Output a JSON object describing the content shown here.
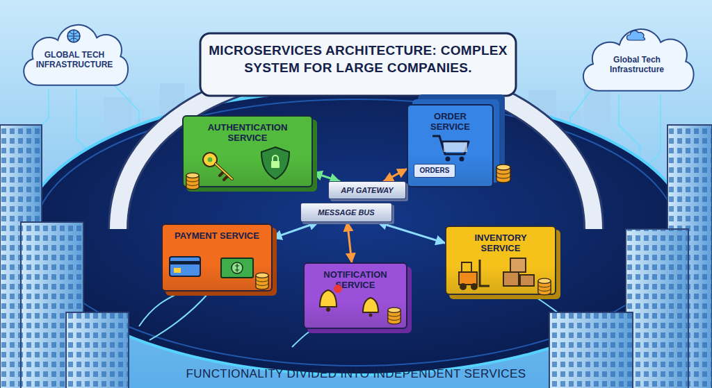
{
  "diagram": {
    "title": "MICROSERVICES ARCHITECTURE: COMPLEX SYSTEM FOR LARGE COMPANIES.",
    "caption": "FUNCTIONALITY DIVIDED INTO INDEPENDENT SERVICES",
    "nodes": [
      {
        "text": [
          "GLOBAL TECH INFRASTRUCTURE"
        ]
      },
      {
        "text": [
          "Global Tech Infrastructure"
        ]
      },
      {
        "text": [
          "AUTHENTICATION SERVICE"
        ]
      },
      {
        "text": [
          "ORDER SERVICE"
        ]
      },
      {
        "text": [
          "ORDERS"
        ],
        "in": 3
      },
      {
        "text": [
          "API GATEWAY"
        ]
      },
      {
        "text": [
          "MESSAGE BUS"
        ]
      },
      {
        "text": [
          "PAYMENT SERVICE"
        ]
      },
      {
        "text": [
          "INVENTORY SERVICE"
        ]
      },
      {
        "text": [
          "NOTIFICATION SERVICE"
        ]
      }
    ],
    "edges": [
      {
        "from": 2,
        "to": 5,
        "arrow": "both"
      },
      {
        "from": 3,
        "to": 5,
        "arrow": "both"
      },
      {
        "from": 7,
        "to": 6,
        "arrow": "both"
      },
      {
        "from": 8,
        "to": 6,
        "arrow": "both"
      },
      {
        "from": 9,
        "to": 6,
        "arrow": "both"
      }
    ]
  }
}
